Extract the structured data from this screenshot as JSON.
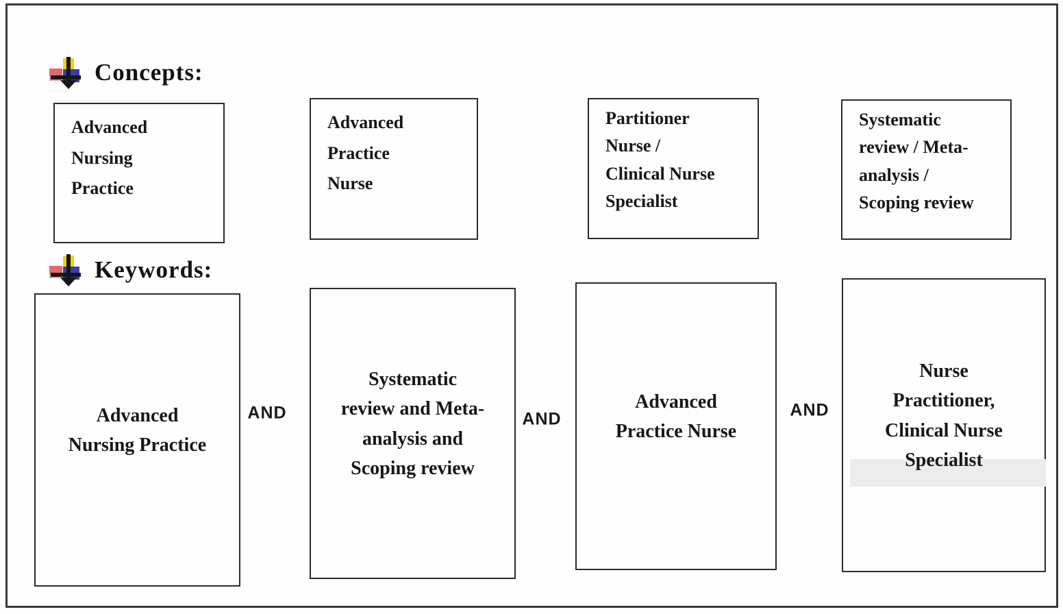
{
  "figure": {
    "concepts_section": {
      "heading": "Concepts:",
      "boxes": [
        {
          "text": "Advanced\nNursing\nPractice"
        },
        {
          "text": "Advanced\nPractice\nNurse"
        },
        {
          "text": "Partitioner\nNurse /\nClinical Nurse\nSpecialist"
        },
        {
          "text": "Systematic\nreview / Meta-\nanalysis /\nScoping review"
        }
      ]
    },
    "keywords_section": {
      "heading": "Keywords:",
      "operator": "AND",
      "boxes": [
        {
          "text": "Advanced\nNursing Practice"
        },
        {
          "text": "Systematic\nreview and Meta-\nanalysis and\nScoping review"
        },
        {
          "text": "Advanced\nPractice Nurse"
        },
        {
          "text": "Nurse\nPractitioner,\nClinical Nurse\nSpecialist"
        }
      ]
    },
    "icons": {
      "bullet": "down-arrow-bullet"
    },
    "colors": {
      "bullet_yellow": "#f2d200",
      "bullet_red": "#e06a6a",
      "bullet_blue": "#3b3f9f",
      "bullet_arrow": "#15151d",
      "box_border": "#2b2b2b",
      "frame_border": "#3a3a3a",
      "text": "#161616",
      "highlight_band": "#ececec"
    }
  }
}
